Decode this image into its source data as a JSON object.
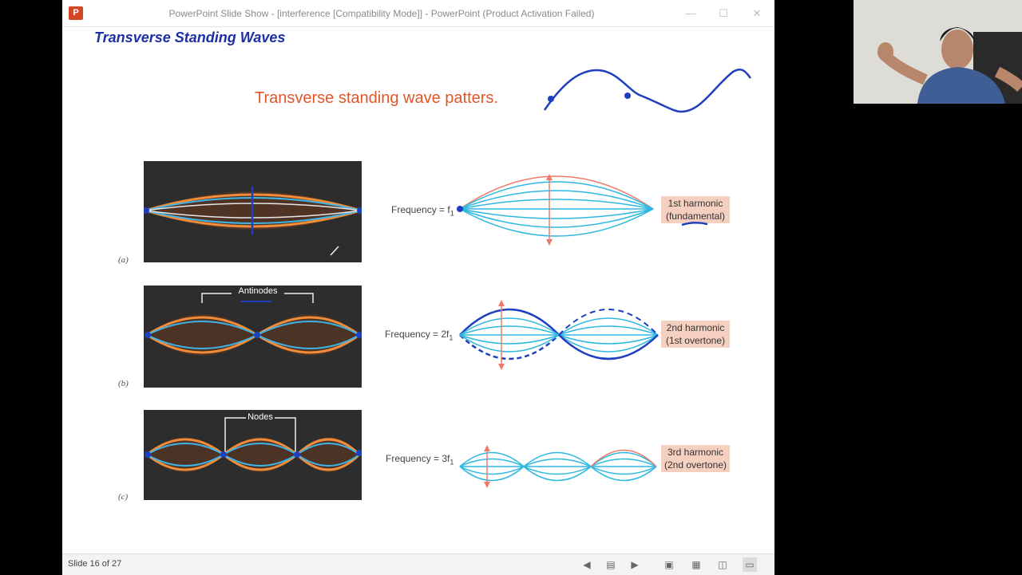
{
  "window": {
    "title": "PowerPoint Slide Show - [interference [Compatibility Mode]] - PowerPoint (Product Activation Failed)",
    "app_icon": "P"
  },
  "slide": {
    "title": "Transverse Standing Waves",
    "subtitle": "Transverse standing wave patters.",
    "rows": [
      {
        "label": "(a)",
        "frequency": "Frequency = f",
        "freq_sub": "1",
        "harmonic_line1": "1st harmonic",
        "harmonic_line2": "(fundamental)",
        "photo_label": ""
      },
      {
        "label": "(b)",
        "frequency": "Frequency = 2f",
        "freq_sub": "1",
        "harmonic_line1": "2nd harmonic",
        "harmonic_line2": "(1st overtone)",
        "photo_label": "Antinodes"
      },
      {
        "label": "(c)",
        "frequency": "Frequency = 3f",
        "freq_sub": "1",
        "harmonic_line1": "3rd harmonic",
        "harmonic_line2": "(2nd overtone)",
        "photo_label": "Nodes"
      }
    ]
  },
  "status": {
    "slide_counter": "Slide 16 of 27"
  },
  "colors": {
    "title_blue": "#1d2fa6",
    "subtitle_orange": "#e0562a",
    "wave_blue": "#2cb8e0",
    "wave_red": "#f07a6a",
    "ink_blue": "#1e3fbf",
    "harmonic_box": "#f5cfbf"
  },
  "icons": {
    "close": "close-icon",
    "minimize": "minimize-icon",
    "maximize": "maximize-icon"
  }
}
